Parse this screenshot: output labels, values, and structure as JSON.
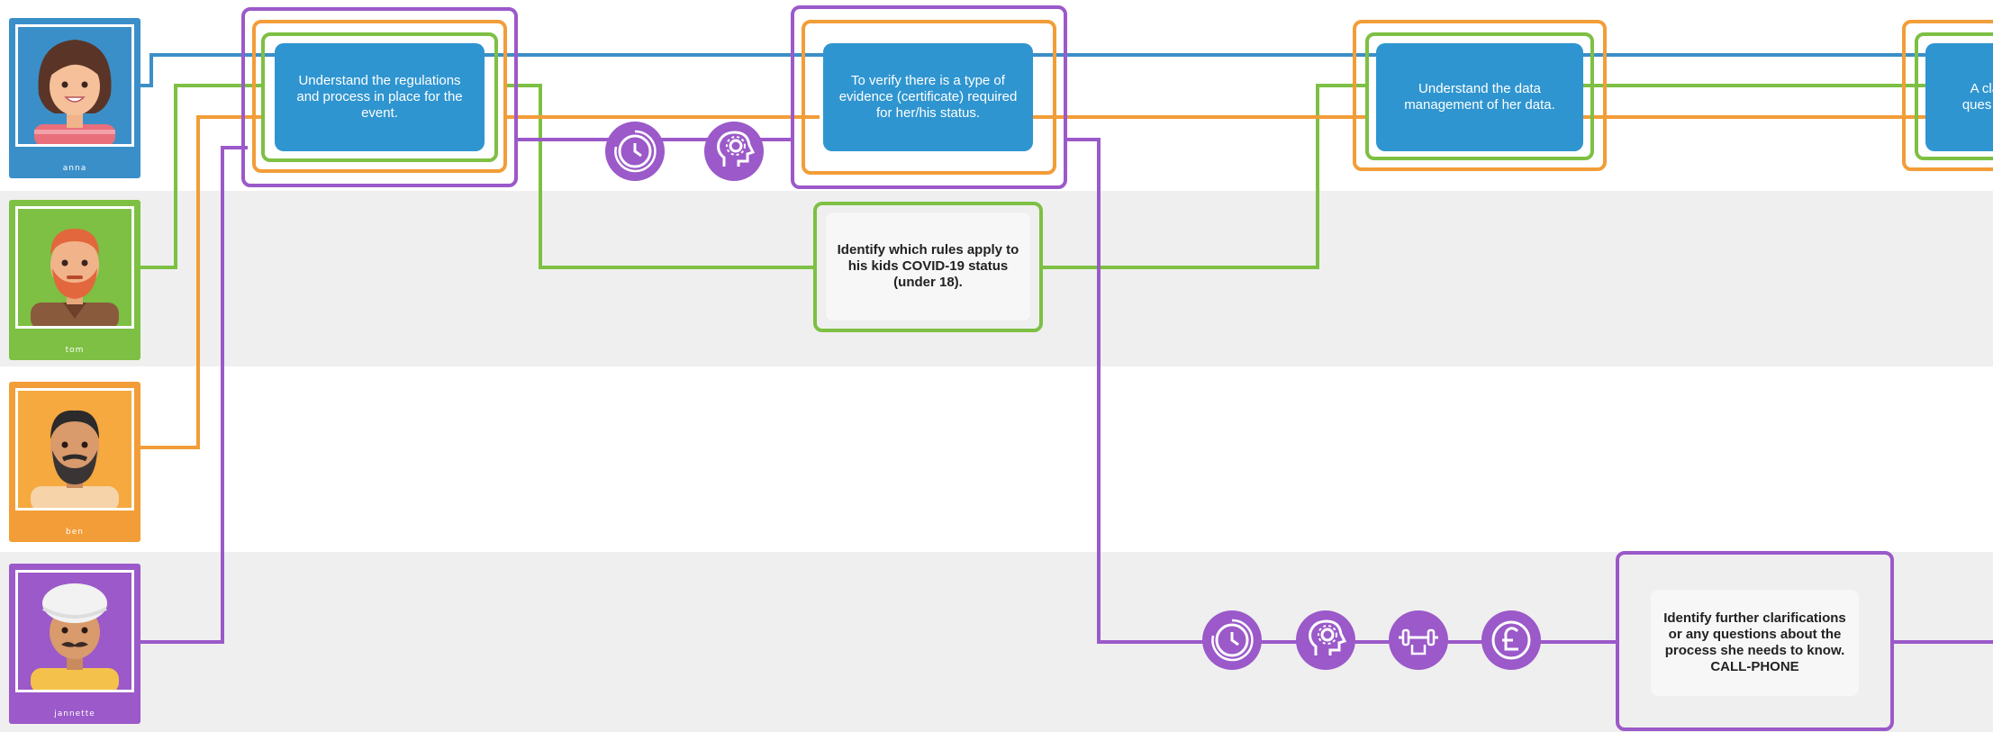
{
  "colors": {
    "blue": "#3b8fc8",
    "green": "#7dc043",
    "orange": "#f29d38",
    "purple": "#9b59c9",
    "band": "#efefef"
  },
  "personas": [
    {
      "name": "anna",
      "color": "#3b8fc8"
    },
    {
      "name": "tom",
      "color": "#7dc043"
    },
    {
      "name": "ben",
      "color": "#f29d38"
    },
    {
      "name": "jannette",
      "color": "#9b59c9"
    }
  ],
  "steps": {
    "understand_regulations": "Understand the regulations and process in place for the event.",
    "verify_evidence": "To verify there is a type of evidence (certificate) required for her/his status.",
    "understand_data": "Understand the data management of her data.",
    "partial_step": "A clari ques pro",
    "identify_rules": "Identify which rules apply to his kids COVID-19 status (under 18).",
    "identify_clarifications": "Identify further clarifications or any questions about the process she needs to know. CALL-PHONE"
  },
  "icons": [
    "timer-icon",
    "mind-gear-icon",
    "timer-icon",
    "mind-gear-icon",
    "fitness-icon",
    "pound-icon"
  ]
}
